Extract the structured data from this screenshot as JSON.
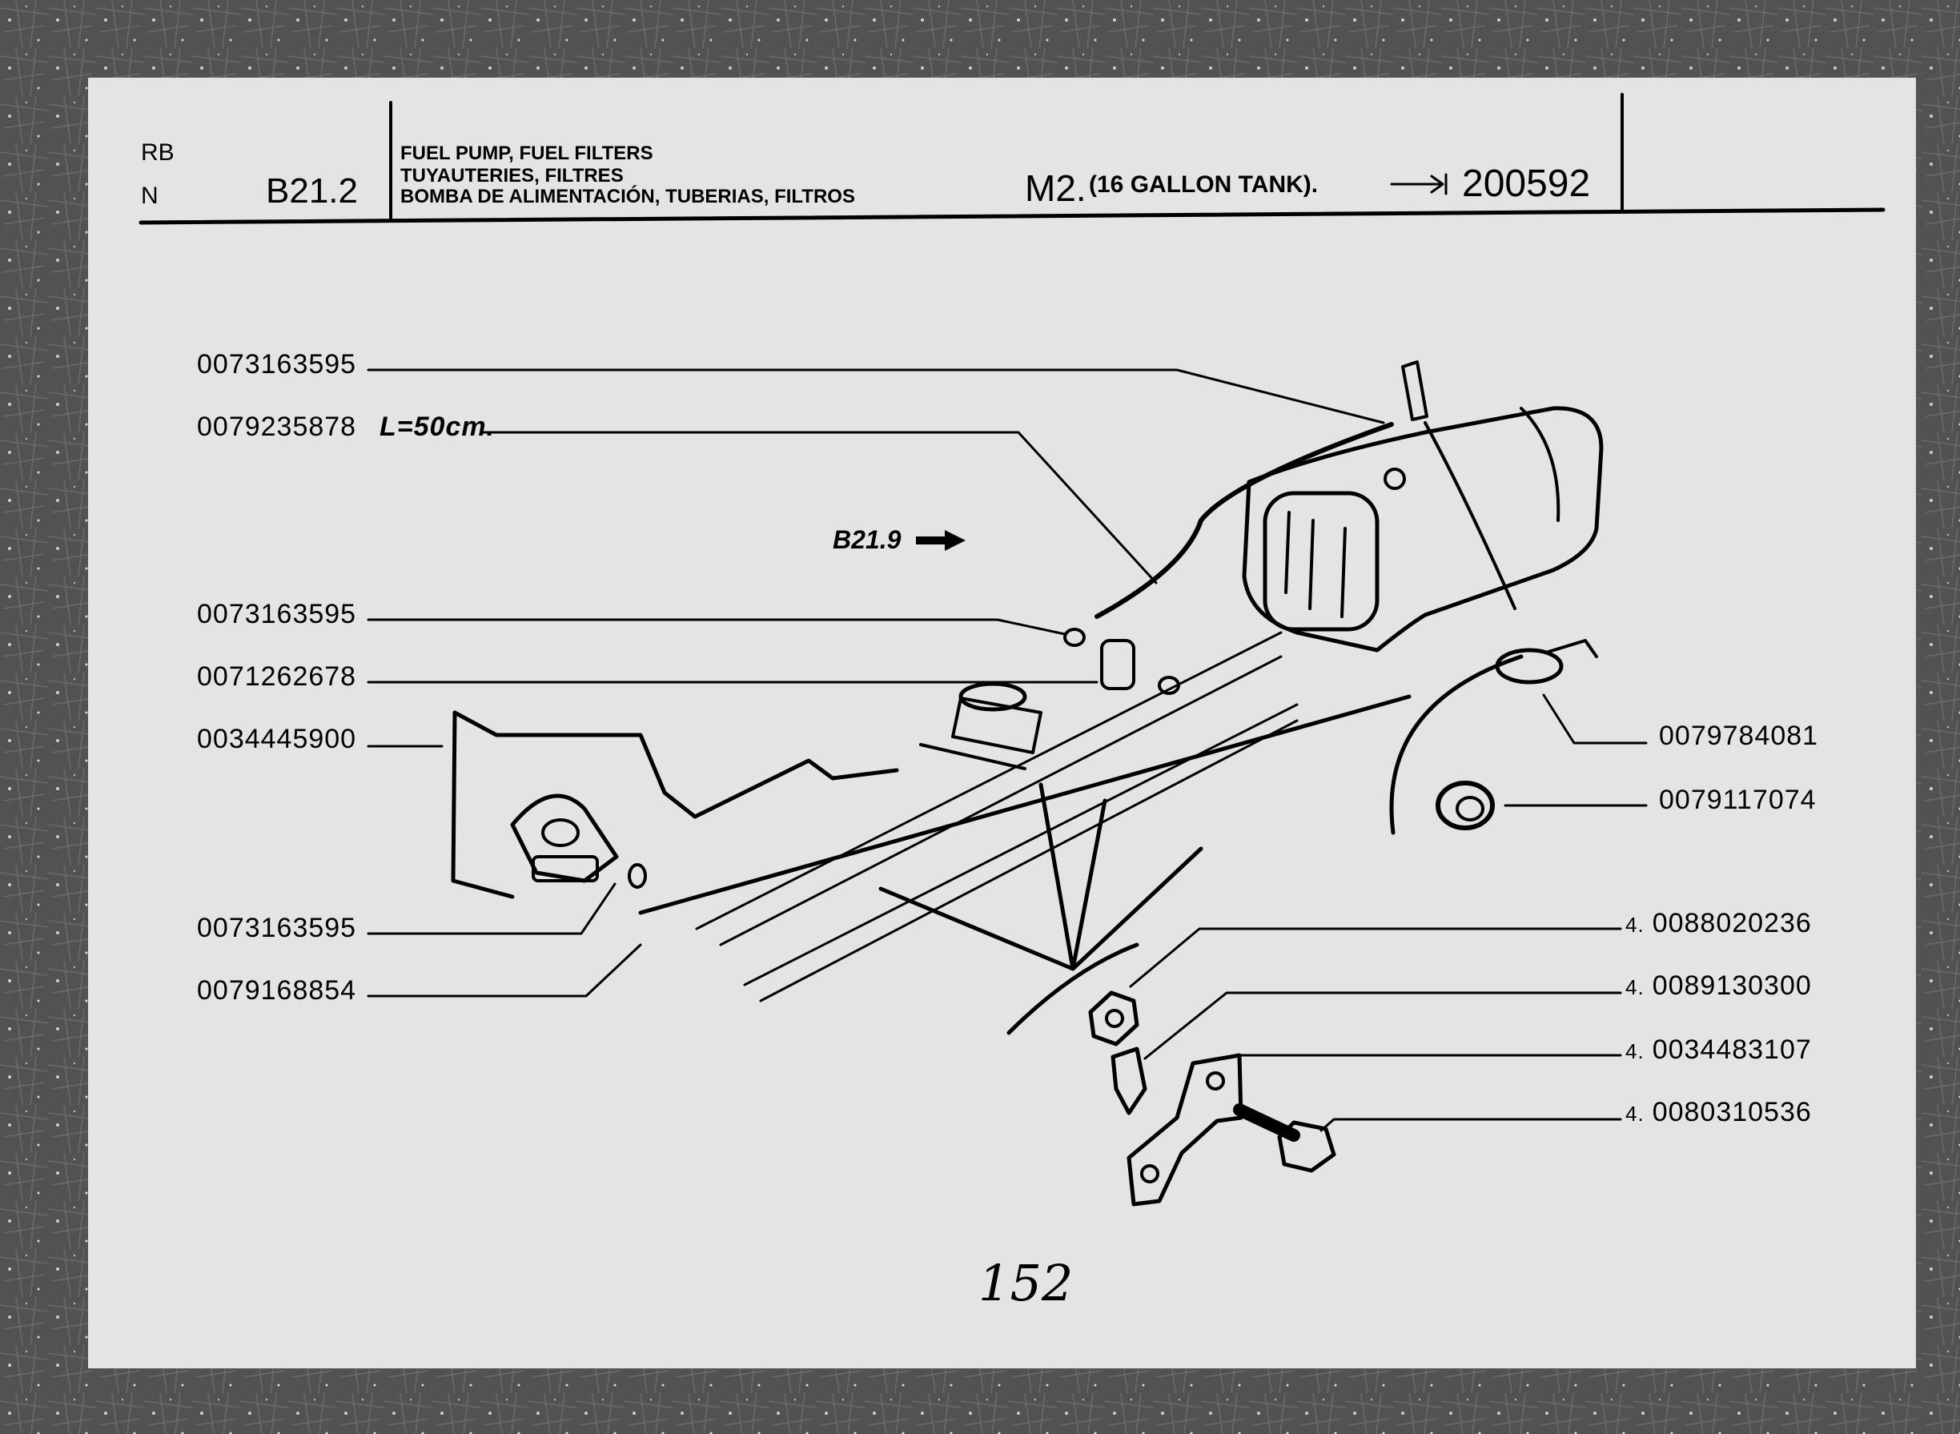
{
  "header": {
    "rb_label": "RB",
    "n_label": "N",
    "section_code": "B21.2",
    "title_lines": [
      "FUEL PUMP, FUEL FILTERS",
      "TUYAUTERIES, FILTRES",
      "BOMBA DE ALIMENTACIÓN, TUBERIAS, FILTROS"
    ],
    "model": "M2.",
    "model_note": "(16 GALLON TANK).",
    "serial": "200592"
  },
  "cross_reference": "B21.9",
  "left_parts": [
    {
      "code": "0073163595",
      "note": ""
    },
    {
      "code": "0079235878",
      "note": "L=50cm."
    },
    {
      "code": "0073163595",
      "note": ""
    },
    {
      "code": "0071262678",
      "note": ""
    },
    {
      "code": "0034445900",
      "note": ""
    },
    {
      "code": "0073163595",
      "note": ""
    },
    {
      "code": "0079168854",
      "note": ""
    }
  ],
  "right_parts": [
    {
      "qty": "",
      "code": "0079784081"
    },
    {
      "qty": "",
      "code": "0079117074"
    },
    {
      "qty": "4.",
      "code": "0088020236"
    },
    {
      "qty": "4.",
      "code": "0089130300"
    },
    {
      "qty": "4.",
      "code": "0034483107"
    },
    {
      "qty": "4.",
      "code": "0080310536"
    }
  ],
  "page_number": "152",
  "colors": {
    "card": "#e4e4e4",
    "ink": "#000000",
    "frame": "#4a4a4a"
  }
}
